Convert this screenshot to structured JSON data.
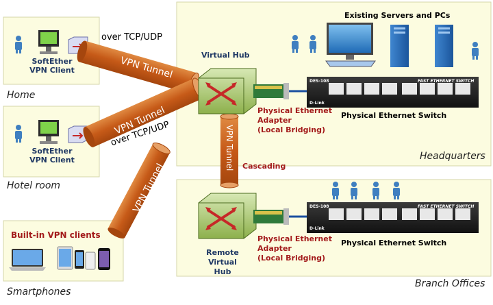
{
  "labels": {
    "home_client": "SoftEther\nVPN Client",
    "hotel_client": "SoftEther\nVPN Client",
    "home": "Home",
    "hotel": "Hotel room",
    "smartphones": "Smartphones",
    "builtin": "Built-in VPN clients",
    "over_tcp_1": "over TCP/UDP",
    "over_tcp_2": "over TCP/UDP",
    "virtual_hub": "Virtual Hub",
    "remote_hub": "Remote\nVirtual Hub",
    "existing": "Existing Servers and PCs",
    "adapter_1": "Physical Ethernet\nAdapter\n(Local Bridging)",
    "adapter_2": "Physical Ethernet\nAdapter\n(Local Bridging)",
    "switch_1": "Physical Ethernet Switch",
    "switch_2": "Physical Ethernet Switch",
    "headquarters": "Headquarters",
    "branch": "Branch Offices",
    "cascading": "Cascading",
    "tunnel_home": "VPN Tunnel",
    "tunnel_hotel": "VPN Tunnel",
    "tunnel_phone": "VPN Tunnel",
    "tunnel_cascade": "VPN Tunnel",
    "switch_brand": "D-Link",
    "switch_model": "DES-108",
    "switch_title": "FAST ETHERNET SWITCH"
  },
  "colors": {
    "panel_fill": "#fcfce0",
    "panel_border": "#d4d6a8",
    "tunnel": "#c65a18",
    "hub_fill": "#9bbd5a",
    "person": "#3f7fc0",
    "navy": "#1f3864",
    "red_text": "#a31b1b"
  }
}
